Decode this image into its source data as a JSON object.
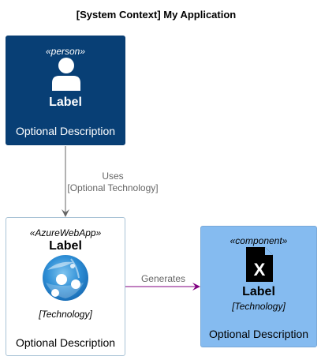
{
  "title": "[System Context] My Application",
  "nodes": {
    "person": {
      "stereotype": "«person»",
      "label": "Label",
      "description": "Optional Description",
      "icon": "person-icon",
      "fill_color": "#083f75"
    },
    "webapp": {
      "stereotype": "«AzureWebApp»",
      "label": "Label",
      "technology": "[Technology]",
      "description": "Optional Description",
      "icon": "azure-web-app-icon",
      "fill_color": "#ffffff"
    },
    "component": {
      "stereotype": "«component»",
      "label": "Label",
      "technology": "[Technology]",
      "description": "Optional Description",
      "icon": "excel-file-icon",
      "fill_color": "#85bbf0"
    }
  },
  "relations": {
    "uses": {
      "label": "Uses",
      "technology": "[Optional Technology]",
      "from": "person",
      "to": "webapp",
      "color": "#666666"
    },
    "generates": {
      "label": "Generates",
      "from": "webapp",
      "to": "component",
      "color": "#800080"
    }
  }
}
